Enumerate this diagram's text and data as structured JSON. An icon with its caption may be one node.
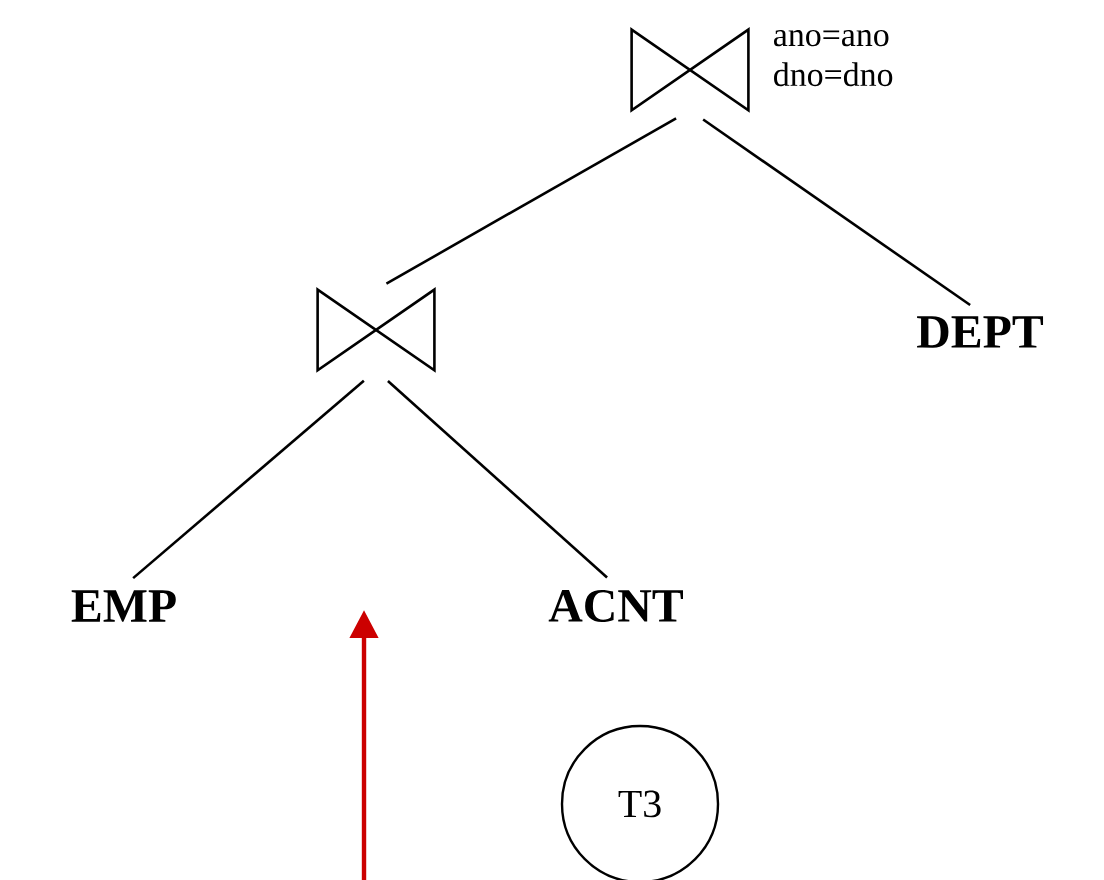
{
  "diagram": {
    "nodes": [
      {
        "text": [],
        "shape": "bowtie",
        "beside": [
          "ano=ano dno=dno"
        ]
      },
      {
        "text": [],
        "shape": "bowtie"
      },
      {
        "text": [
          "DEPT"
        ]
      },
      {
        "text": [
          "EMP"
        ]
      },
      {
        "text": [
          "ACNT"
        ]
      },
      {
        "text": [
          "T3"
        ]
      }
    ],
    "edges": [
      {
        "from": 0,
        "to": 1,
        "arrow": "none"
      },
      {
        "from": 0,
        "to": 2,
        "arrow": "none"
      },
      {
        "from": 1,
        "to": 3,
        "arrow": "none"
      },
      {
        "from": 1,
        "to": 4,
        "arrow": "none"
      }
    ]
  }
}
